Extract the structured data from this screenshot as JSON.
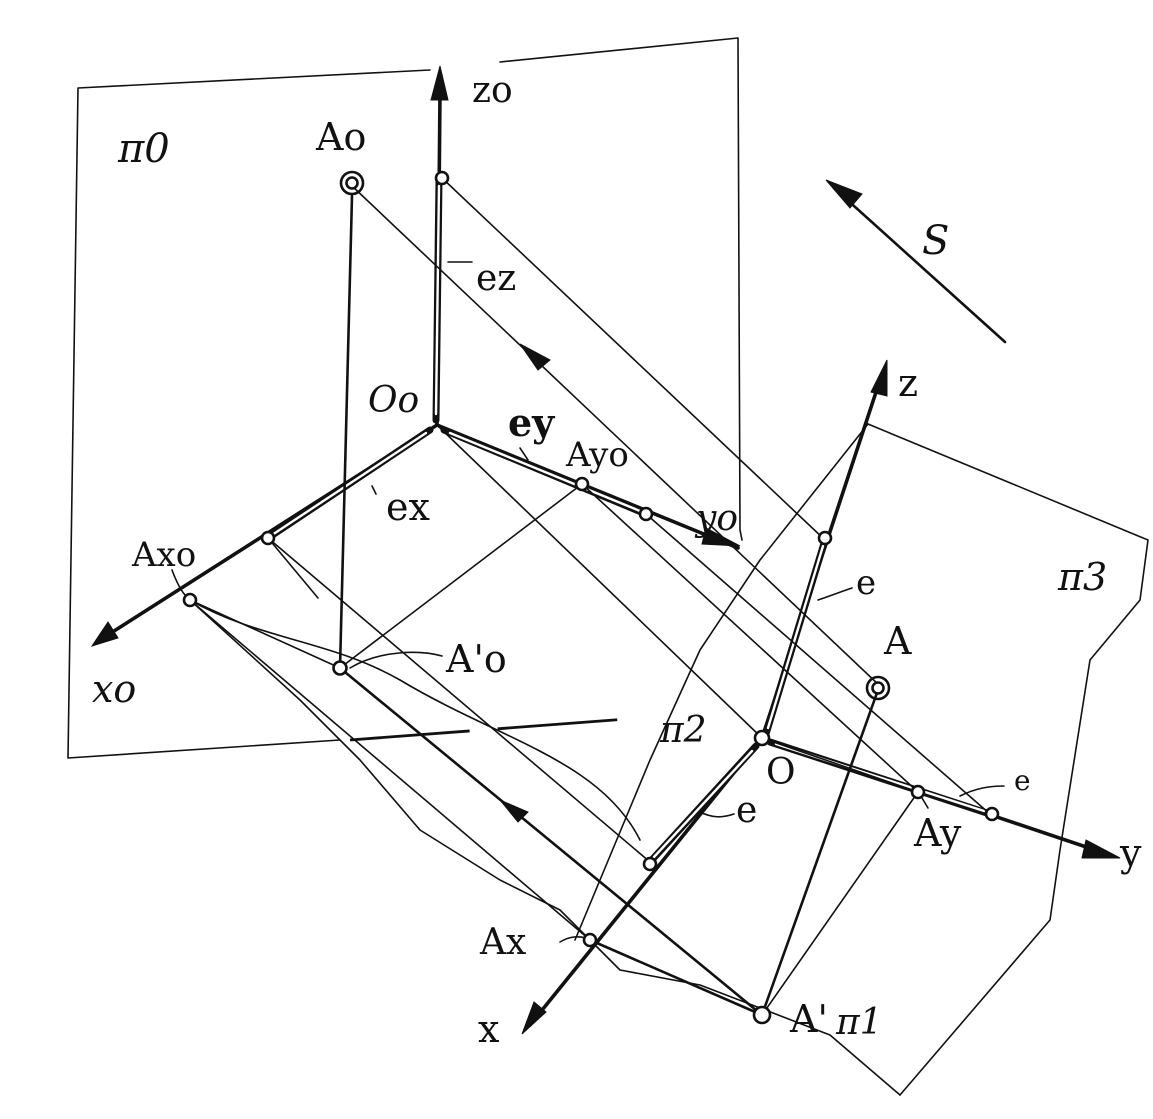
{
  "labels": {
    "pi0": "π0",
    "pi1": "π1",
    "pi2": "π2",
    "pi3": "π3",
    "Ao": "Ao",
    "Oo": "Oo",
    "zo": "zo",
    "xo": "xo",
    "yo": "yo",
    "Axo": "Axo",
    "Ayo": "Ayo",
    "A_prime_o": "A'o",
    "ez": "ez",
    "ey": "ey",
    "ex": "ex",
    "S": "S",
    "z": "z",
    "y": "y",
    "x": "x",
    "A": "A",
    "O": "O",
    "e_origin": "e",
    "e_zaxis": "e",
    "e_yaxis": "e",
    "Ay": "Ay",
    "Ax": "Ax",
    "A_prime": "A'"
  }
}
